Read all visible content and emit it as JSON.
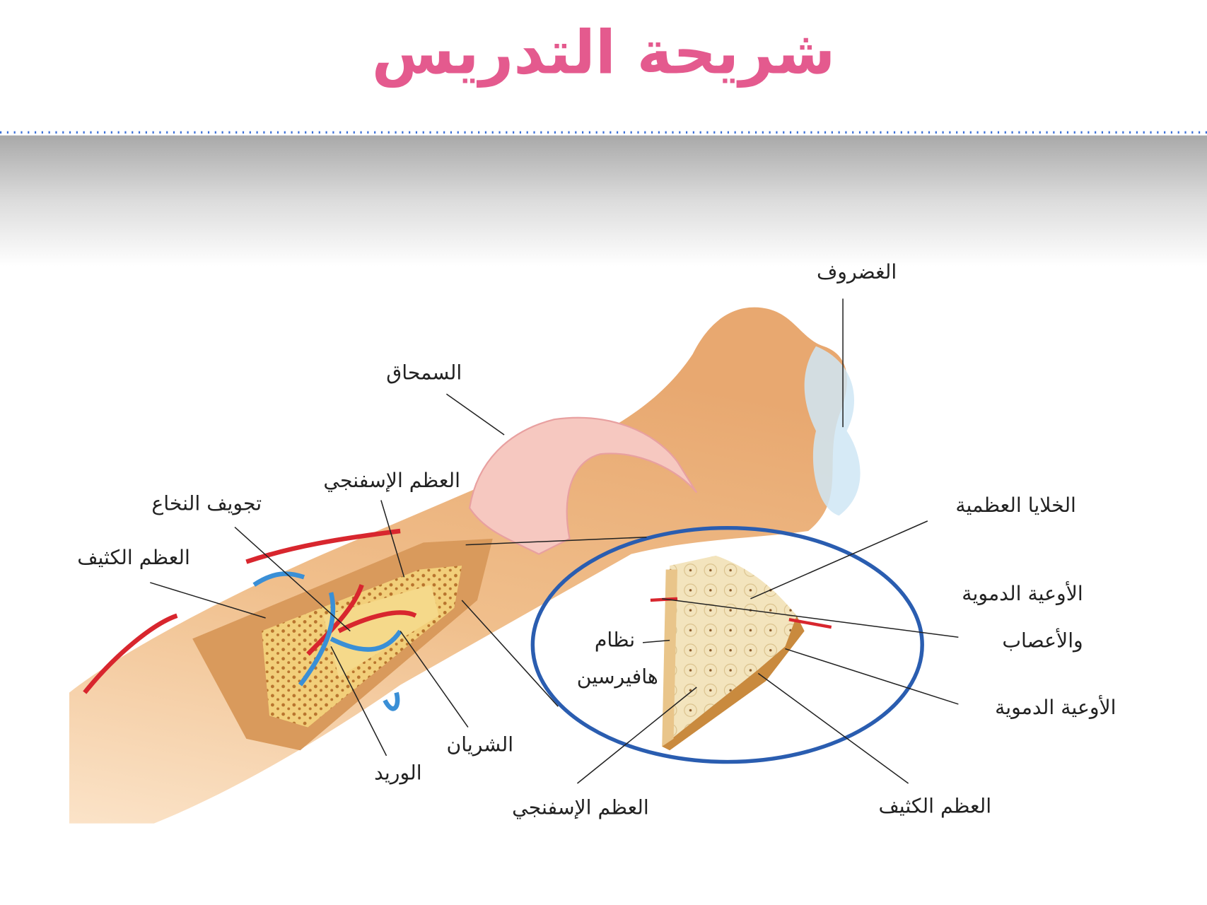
{
  "slide": {
    "title": "شريحة التدريس"
  },
  "colors": {
    "title": "#e45a8e",
    "divider": "#3a6fd8",
    "magnifier_ring": "#2a5db0",
    "bone": "#f2c79b",
    "artery": "#d8262e",
    "vein": "#3a8fd6"
  },
  "diagram": {
    "labels": {
      "cartilage": "الغضروف",
      "periosteum": "السمحاق",
      "spongy_bone_top": "العظم الإسفنجي",
      "marrow_cavity": "تجويف النخاع",
      "compact_bone_left": "العظم الكثيف",
      "osteocytes": "الخلايا العظمية",
      "vessels_nerves_line1": "الأوعية الدموية",
      "vessels_nerves_line2": "والأعصاب",
      "haversian_line1": "نظام",
      "haversian_line2": "هافيرسين",
      "blood_vessels": "الأوعية الدموية",
      "artery": "الشريان",
      "vein": "الوريد",
      "spongy_bone_bottom": "العظم الإسفنجي",
      "compact_bone_bottom": "العظم الكثيف"
    }
  }
}
